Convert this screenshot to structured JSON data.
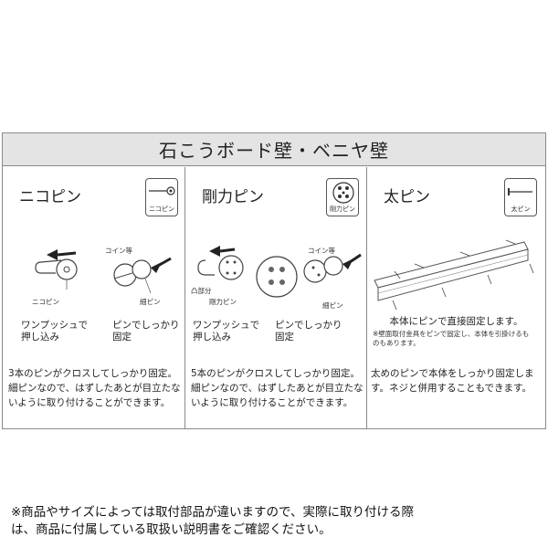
{
  "header": {
    "title": "石こうボード壁・ベニヤ壁"
  },
  "columns": [
    {
      "title": "ニコピン",
      "badge_label": "ニコピン",
      "label_coin": "コイン等",
      "label_pin_name": "ニコピン",
      "label_fine_pin": "細ピン",
      "caption_left": "ワンプッシュで\n押し込み",
      "caption_right": "ピンでしっかり\n固定",
      "description": "3本のピンがクロスしてしっかり固定。\n細ピンなので、はずしたあとが目立たな\nいように取り付けることができます。"
    },
    {
      "title": "剛力ピン",
      "badge_label": "剛力ピン",
      "label_coin": "コイン等",
      "label_convex": "凸部分",
      "label_pin_name": "剛力ピン",
      "label_fine_pin": "細ピン",
      "caption_left": "ワンプッシュで\n押し込み",
      "caption_right": "ピンでしっかり\n固定",
      "description": "5本のピンがクロスしてしっかり固定。\n細ピンなので、はずしたあとが目立たな\nいように取り付けることができます。"
    },
    {
      "title": "太ピン",
      "badge_label": "太ピン",
      "caption": "本体にピンで直接固定します。",
      "note": "※壁面取付金具をピンで固定し、本体を引掛けるも\nのもあります。",
      "description": "太めのピンで本体をしっかり固定しま\nす。ネジと併用することもできます。"
    }
  ],
  "footer": {
    "note": "※商品やサイズによっては取付部品が違いますので、実際に取り付ける際\nは、商品に付属している取扱い説明書をご確認ください。"
  }
}
